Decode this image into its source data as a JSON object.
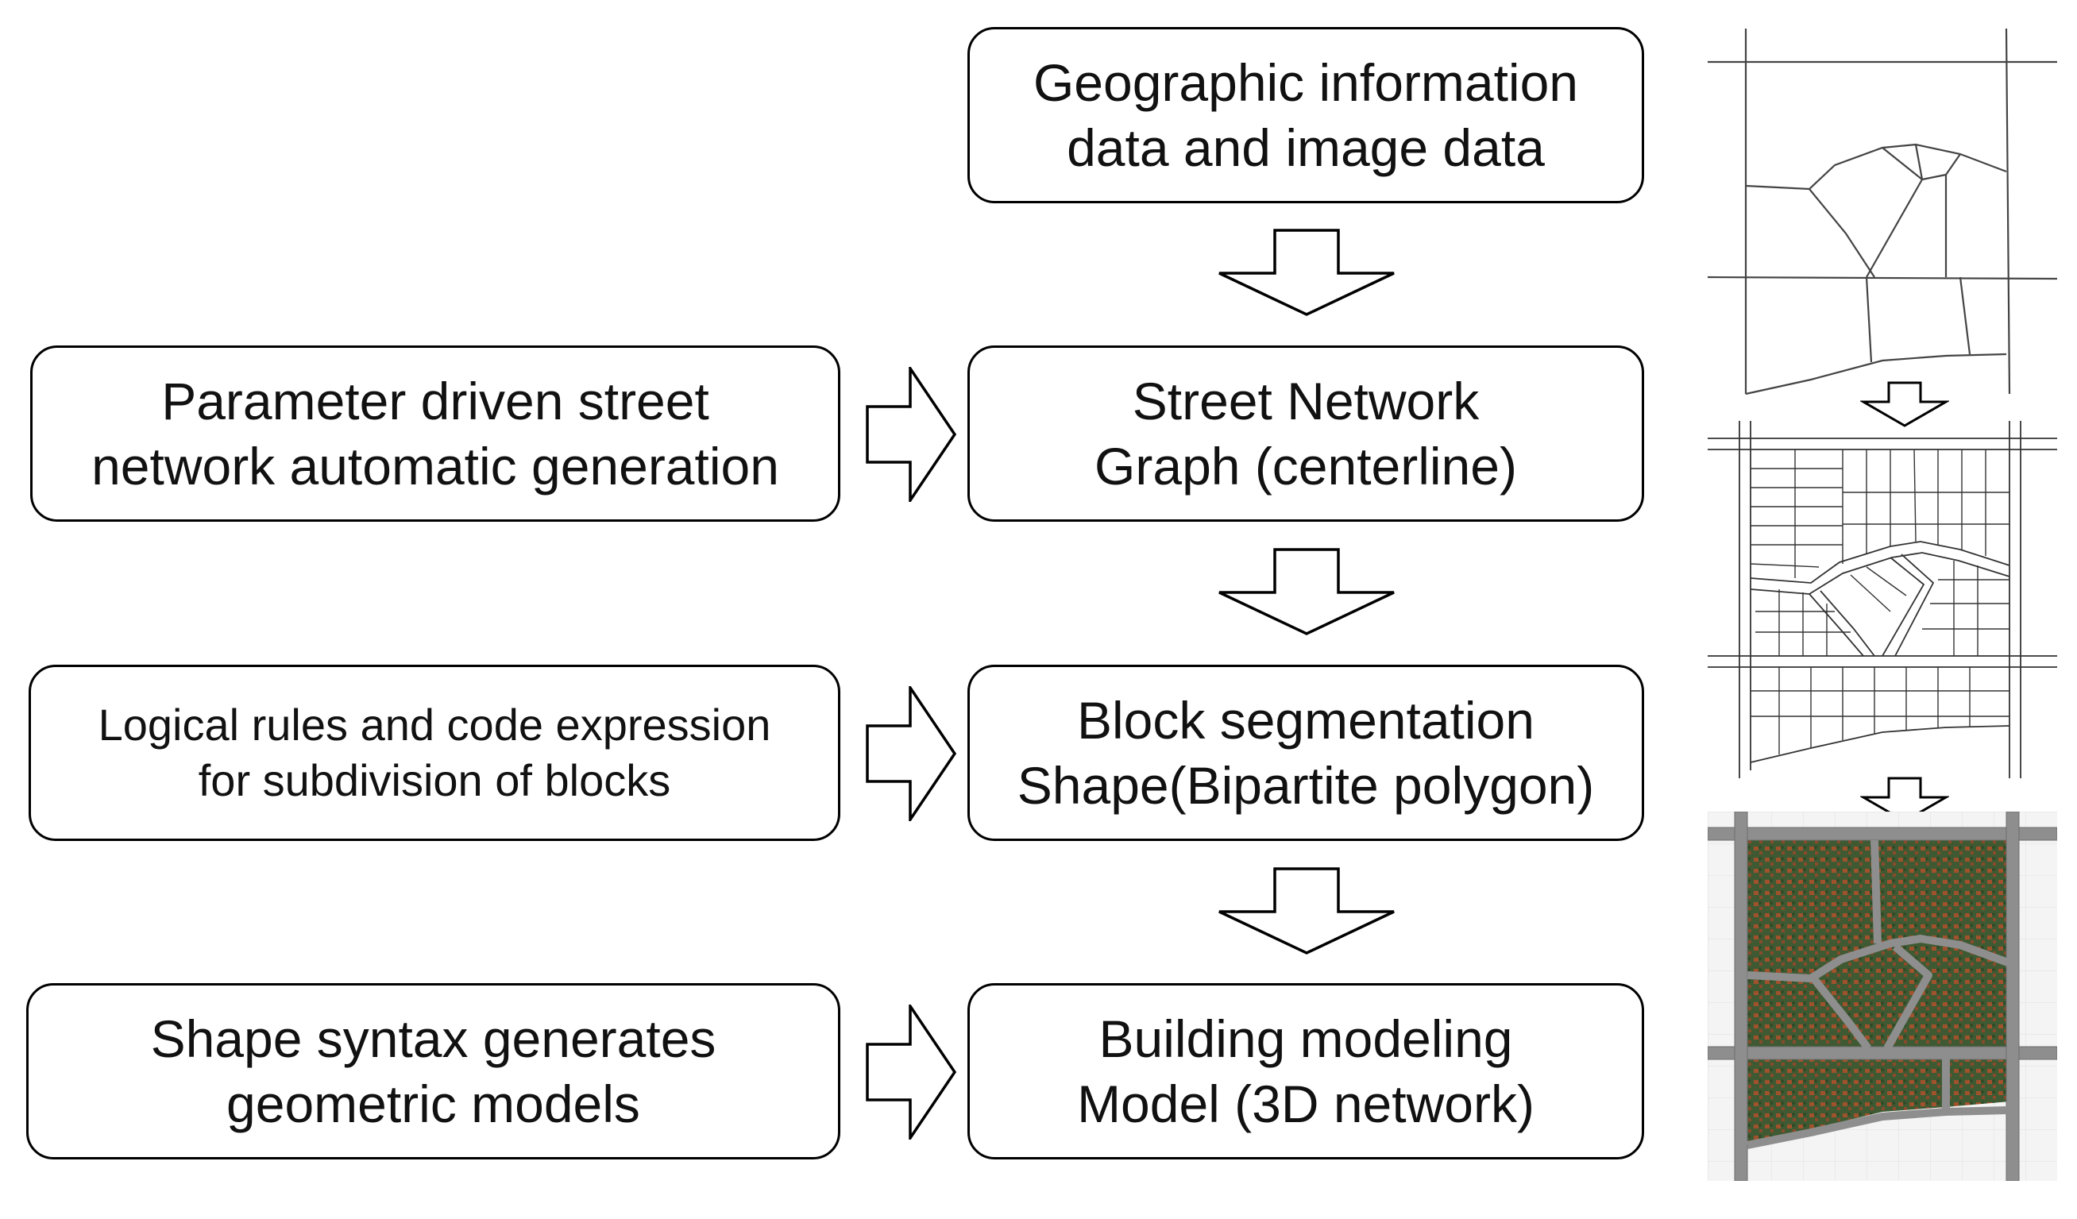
{
  "pipeline": {
    "geographic_data": "Geographic information\ndata and image data",
    "street_network_graph": "Street Network\nGraph (centerline)",
    "block_segmentation": "Block segmentation\nShape(Bipartite polygon)",
    "building_modeling": "Building modeling\nModel (3D network)"
  },
  "inputs": {
    "parameter_driven": "Parameter driven street\nnetwork automatic generation",
    "logical_rules": "Logical rules and code expression\nfor subdivision of blocks",
    "shape_syntax": "Shape syntax generates\ngeometric models"
  },
  "colors": {
    "stroke": "#000000",
    "road": "#8e8e8e",
    "vegetation": "#3f5a32",
    "roof": "#a0522d"
  }
}
